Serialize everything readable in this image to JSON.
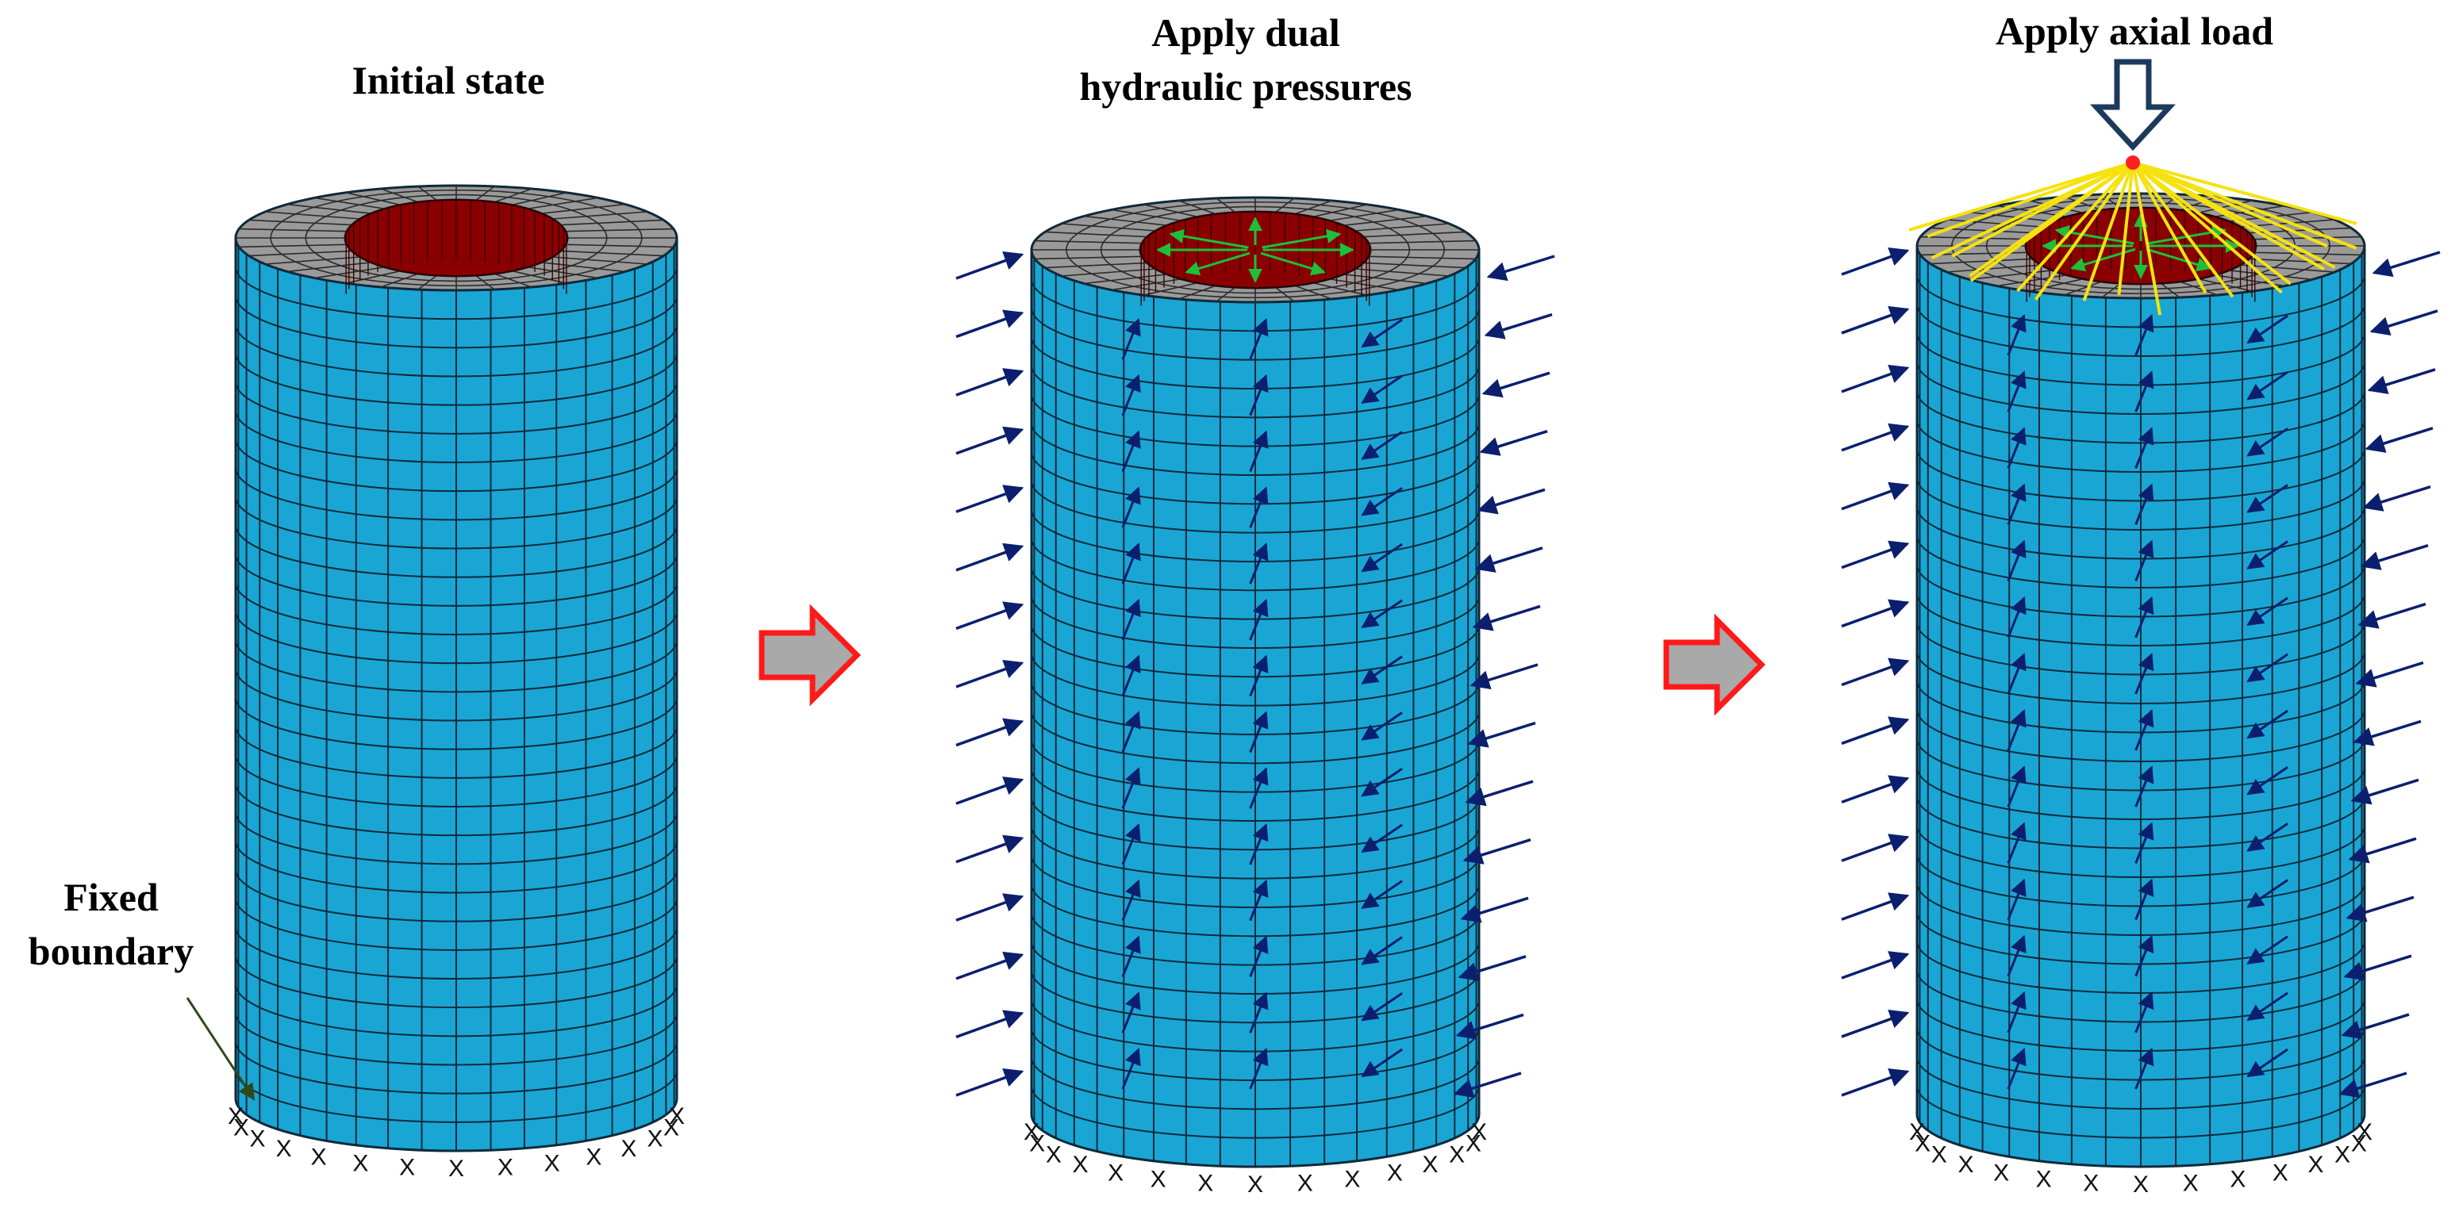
{
  "stages": [
    {
      "title": "Initial state"
    },
    {
      "title_line1": "Apply dual",
      "title_line2": "hydraulic pressures"
    },
    {
      "title": "Apply axial load"
    }
  ],
  "boundary_label": {
    "line1": "Fixed",
    "line2": "boundary"
  },
  "bc_marker": "X",
  "colors": {
    "outer_surface": "#1aa6d4",
    "mesh_lines": "#0d2a3a",
    "top_face": "#9a9a9a",
    "inner_hole": "#8a0000",
    "external_pressure_arrows": "#0c1f6e",
    "internal_pressure_arrows": "#1fbf3a",
    "axial_load_lines": "#f5e20f",
    "load_point": "#ff2020",
    "stage_arrow_fill": "#a9a9a9",
    "stage_arrow_outline": "#ff1a1a",
    "axial_load_arrow_outline": "#1b3a5c",
    "boundary_pointer": "#2e4a1a"
  },
  "icons": {
    "stage_transition": "right-block-arrow-icon",
    "axial_load": "down-block-arrow-icon",
    "fixed_support": "x-mark-icon"
  }
}
